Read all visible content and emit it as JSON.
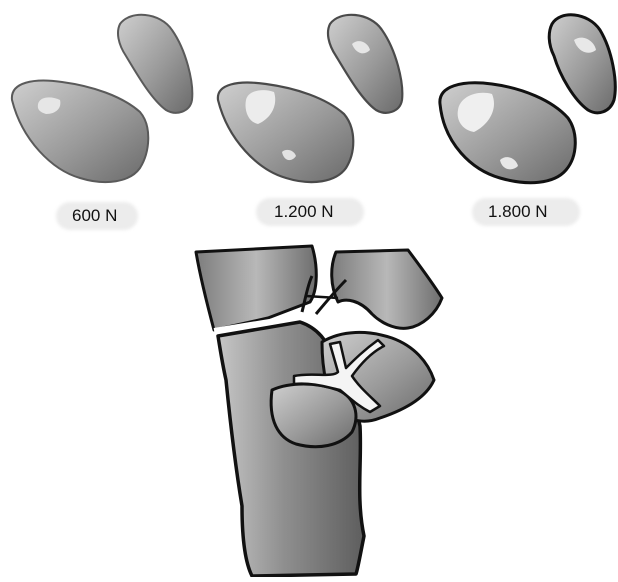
{
  "load_labels": [
    {
      "text": "600 N"
    },
    {
      "text": "1.200 N"
    },
    {
      "text": "1.800 N"
    }
  ],
  "colors": {
    "outline": "#111111",
    "shade_light": "#cfcfcf",
    "shade_mid": "#9a9a9a",
    "shade_dark": "#5c5c5c",
    "label_background": "#ececec",
    "background": "#ffffff"
  }
}
